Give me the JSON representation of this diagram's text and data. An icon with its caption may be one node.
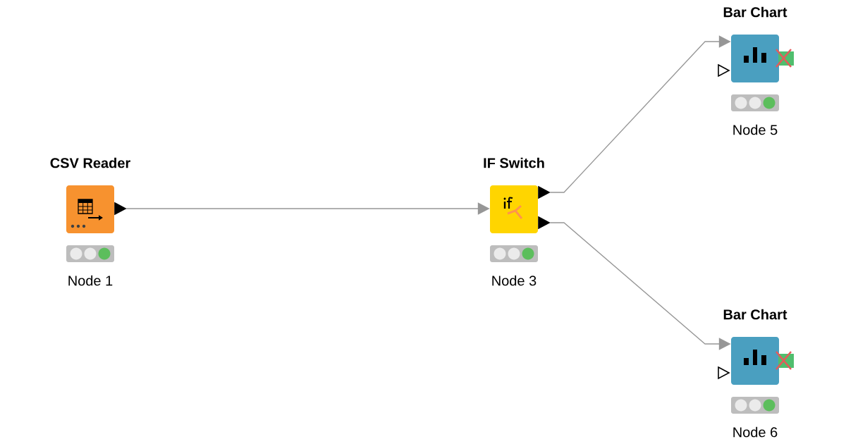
{
  "diagram": {
    "nodes": [
      {
        "text": [
          "CSV Reader"
        ],
        "beside": [
          "Node 1"
        ]
      },
      {
        "text": [
          "IF Switch"
        ],
        "beside": [
          "Node 3"
        ]
      },
      {
        "text": [
          "Bar Chart"
        ],
        "beside": [
          "Node 5"
        ]
      },
      {
        "text": [
          "Bar Chart"
        ],
        "beside": [
          "Node 6"
        ]
      }
    ],
    "edges": [
      {
        "from": 0,
        "to": 1,
        "arrow": "to"
      },
      {
        "from": 1,
        "to": 2,
        "arrow": "to"
      },
      {
        "from": 1,
        "to": 3,
        "arrow": "to"
      }
    ]
  }
}
